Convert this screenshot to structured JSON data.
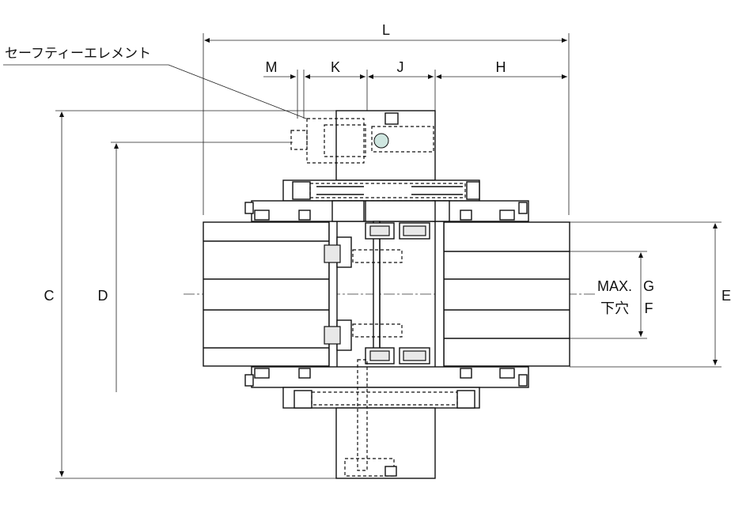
{
  "diagram": {
    "element_label": "セーフティーエレメント",
    "dimensions": {
      "L": "L",
      "M": "M",
      "K": "K",
      "J": "J",
      "H": "H",
      "C": "C",
      "D": "D",
      "E": "E",
      "G": "G",
      "F": "F"
    },
    "bore_label_line1": "MAX.",
    "bore_label_line2": "下穴"
  }
}
